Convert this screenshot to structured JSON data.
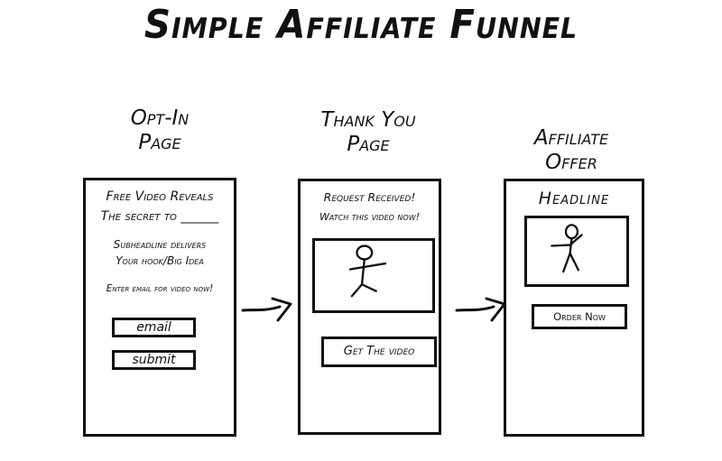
{
  "title": "Simple Affiliate Funnel",
  "colors": {
    "ink": "#111111",
    "background": "#ffffff"
  },
  "stages": [
    {
      "label_line1": "Opt-In",
      "label_line2": "Page",
      "headline_line1": "Free Video Reveals",
      "headline_line2": "The secret to ______",
      "subheadline_line1": "Subheadline delivers",
      "subheadline_line2": "Your hook/Big Idea",
      "instruction": "Enter email for video now!",
      "email_field": "email",
      "submit_button": "submit"
    },
    {
      "label_line1": "Thank You",
      "label_line2": "Page",
      "headline_line1": "Request Received!",
      "headline_line2": "Watch this video now!",
      "video_icon": "stick-figure-video",
      "cta_button": "Get The video"
    },
    {
      "label_line1": "Affiliate",
      "label_line2": "Offer",
      "headline": "Headline",
      "video_icon": "stick-figure-video",
      "cta_button": "Order Now"
    }
  ],
  "arrows": [
    {
      "from": "Opt-In Page",
      "to": "Thank You Page",
      "icon": "arrow-right-icon"
    },
    {
      "from": "Thank You Page",
      "to": "Affiliate Offer",
      "icon": "arrow-right-icon"
    }
  ]
}
